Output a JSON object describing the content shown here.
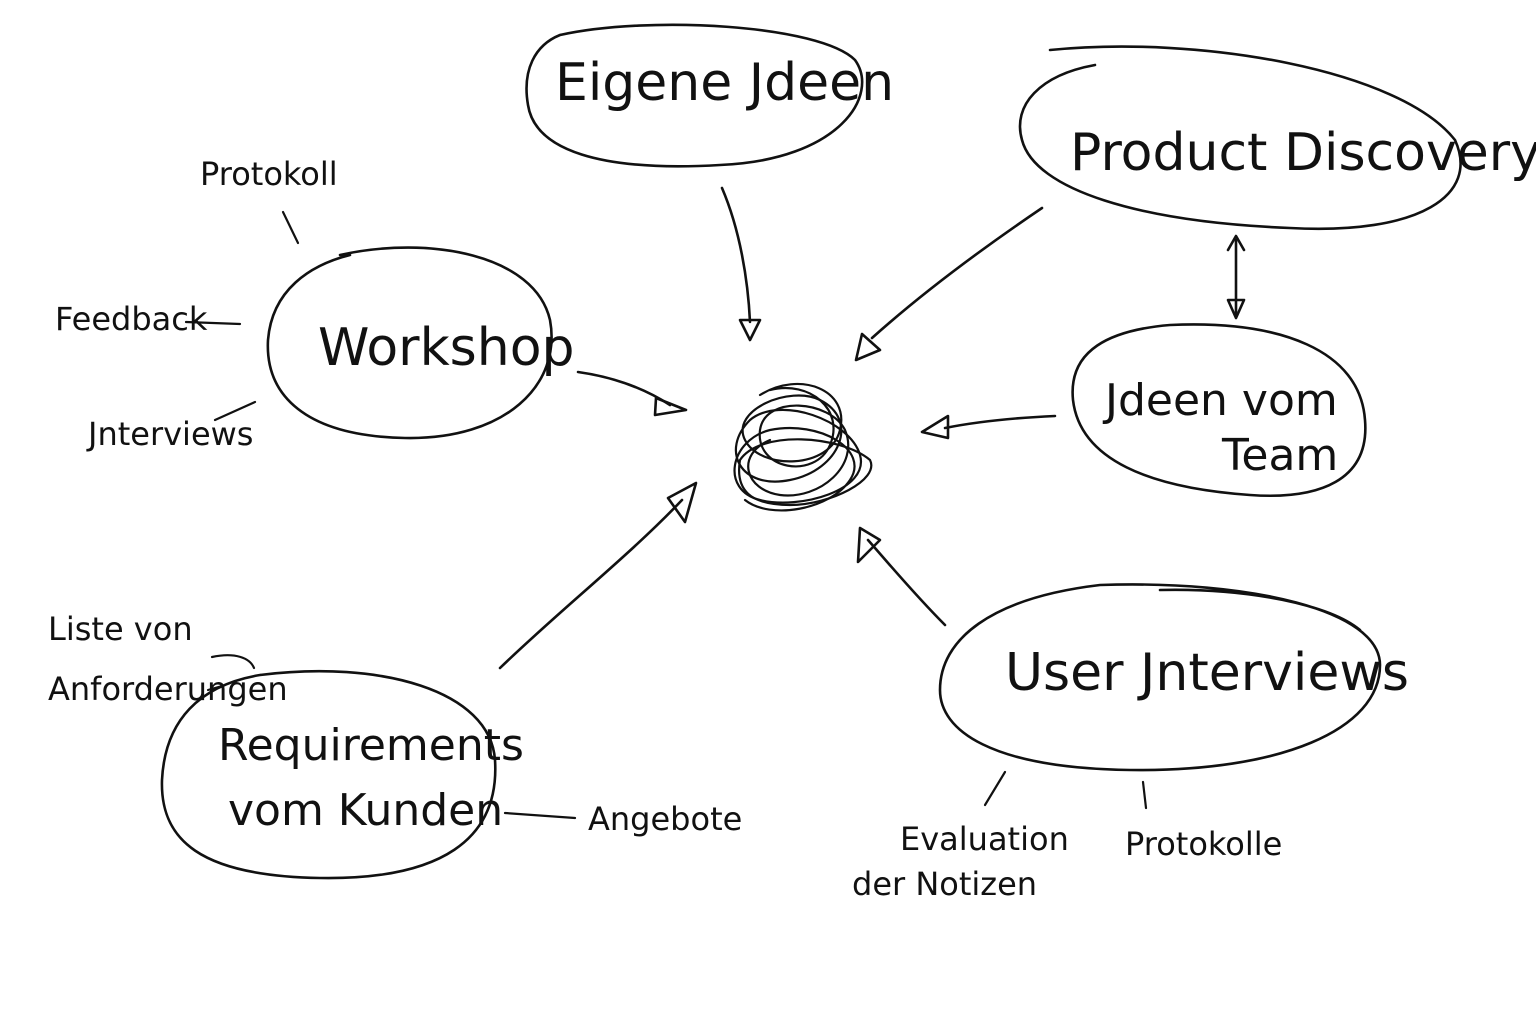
{
  "diagram": {
    "center_label": "",
    "nodes": {
      "eigene_ideen": {
        "label": "Eigene Jdeen"
      },
      "product_discovery": {
        "label": "Product Discovery"
      },
      "workshop": {
        "label": "Workshop"
      },
      "ideen_vom_team": {
        "line1": "Jdeen vom",
        "line2": "Team"
      },
      "requirements": {
        "line1": "Requirements",
        "line2": "vom Kunden"
      },
      "user_interviews": {
        "label": "User Jnterviews"
      }
    },
    "annotations": {
      "workshop": {
        "protokoll": "Protokoll",
        "feedback": "Feedback",
        "interviews": "Jnterviews"
      },
      "requirements": {
        "liste_line1": "Liste von",
        "liste_line2": "Anforderungen",
        "angebote": "Angebote"
      },
      "user_interviews": {
        "evaluation_line1": "Evaluation",
        "evaluation_line2": "der Notizen",
        "protokolle": "Protokolle"
      }
    }
  }
}
